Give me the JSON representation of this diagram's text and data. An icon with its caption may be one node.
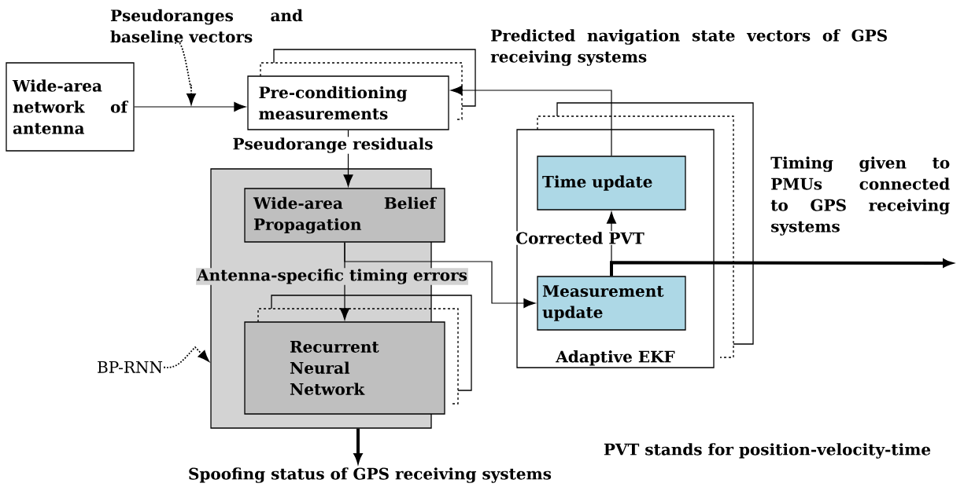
{
  "diagram": {
    "nodes": [
      {
        "text": [
          "Wide-area network of antenna"
        ]
      },
      {
        "text": [
          "Pre-conditioning measurements"
        ]
      },
      {
        "text": [],
        "shape": "box"
      },
      {
        "text": [
          "Wide-area Belief Propagation"
        ],
        "in": 2
      },
      {
        "text": [
          "Recurrent Neural Network"
        ],
        "in": 2
      },
      {
        "text": [
          "Adaptive EKF"
        ]
      },
      {
        "text": [
          "Time update"
        ],
        "in": 5
      },
      {
        "text": [
          "Measurement update"
        ],
        "in": 5
      },
      {
        "text": [
          "BP-RNN"
        ]
      },
      {
        "text": [
          "Pseudoranges and baseline vectors"
        ]
      },
      {
        "text": [
          "Spoofing status of GPS receiving systems"
        ]
      }
    ],
    "edges": [
      {
        "from": 0,
        "to": 1,
        "arrow": "to"
      },
      {
        "from": 1,
        "to": 3,
        "arrow": "to",
        "label": "Pseudorange residuals"
      },
      {
        "from": 3,
        "to": 4,
        "arrow": "to",
        "label": "Antenna-specific timing errors"
      },
      {
        "from": 3,
        "to": 7,
        "arrow": "to"
      },
      {
        "from": 7,
        "to": 6,
        "arrow": "to",
        "label": "Corrected PVT"
      },
      {
        "from": 6,
        "to": 1,
        "arrow": "to",
        "label": "Predicted navigation state vectors of GPS receiving systems"
      },
      {
        "from": 7,
        "to": null,
        "arrow": "to",
        "style": "thick",
        "label": "Timing given to PMUs connected to GPS receiving systems"
      },
      {
        "from": 2,
        "to": 10,
        "arrow": "to",
        "style": "thick"
      },
      {
        "from": 8,
        "to": 2,
        "arrow": "to",
        "style": "dashed"
      },
      {
        "from": 9,
        "to": null,
        "arrow": "to",
        "style": "dashed"
      }
    ],
    "labels": [
      "PVT stands for position-velocity-time"
    ]
  }
}
